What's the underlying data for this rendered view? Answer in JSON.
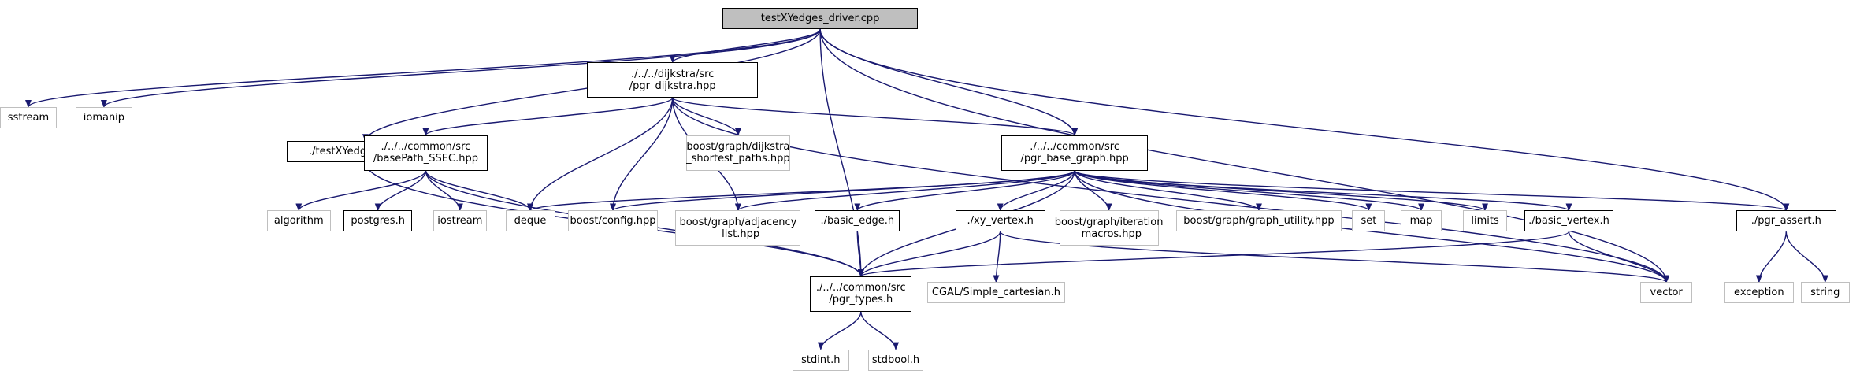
{
  "colors": {
    "edge": "#191970",
    "root_fill": "#bfbfbf",
    "system_border": "#bfbfbf",
    "local_border": "#000000"
  },
  "nodes": [
    {
      "id": "root",
      "label": [
        "testXYedges_driver.cpp"
      ],
      "kind": "root"
    },
    {
      "id": "sstream",
      "label": [
        "sstream"
      ],
      "kind": "sys"
    },
    {
      "id": "iomanip",
      "label": [
        "iomanip"
      ],
      "kind": "sys"
    },
    {
      "id": "dijkstra",
      "label": [
        "./../../dijkstra/src",
        "/pgr_dijkstra.hpp"
      ],
      "kind": "loc"
    },
    {
      "id": "driver_h",
      "label": [
        "./testXYedges_driver.h"
      ],
      "kind": "loc"
    },
    {
      "id": "basepath",
      "label": [
        "./../../common/src",
        "/basePath_SSEC.hpp"
      ],
      "kind": "loc"
    },
    {
      "id": "dijkstra_sp",
      "label": [
        "boost/graph/dijkstra",
        "_shortest_paths.hpp"
      ],
      "kind": "sys"
    },
    {
      "id": "base_graph",
      "label": [
        "./../../common/src",
        "/pgr_base_graph.hpp"
      ],
      "kind": "loc"
    },
    {
      "id": "algorithm",
      "label": [
        "algorithm"
      ],
      "kind": "sys"
    },
    {
      "id": "postgres",
      "label": [
        "postgres.h"
      ],
      "kind": "loc"
    },
    {
      "id": "iostream",
      "label": [
        "iostream"
      ],
      "kind": "sys"
    },
    {
      "id": "deque",
      "label": [
        "deque"
      ],
      "kind": "sys"
    },
    {
      "id": "boost_config",
      "label": [
        "boost/config.hpp"
      ],
      "kind": "sys"
    },
    {
      "id": "adjacency",
      "label": [
        "boost/graph/adjacency",
        "_list.hpp"
      ],
      "kind": "sys"
    },
    {
      "id": "basic_edge",
      "label": [
        "./basic_edge.h"
      ],
      "kind": "loc"
    },
    {
      "id": "xy_vertex",
      "label": [
        "./xy_vertex.h"
      ],
      "kind": "loc"
    },
    {
      "id": "iteration",
      "label": [
        "boost/graph/iteration",
        "_macros.hpp"
      ],
      "kind": "sys"
    },
    {
      "id": "graph_utility",
      "label": [
        "boost/graph/graph_utility.hpp"
      ],
      "kind": "sys"
    },
    {
      "id": "set",
      "label": [
        "set"
      ],
      "kind": "sys"
    },
    {
      "id": "map",
      "label": [
        "map"
      ],
      "kind": "sys"
    },
    {
      "id": "limits",
      "label": [
        "limits"
      ],
      "kind": "sys"
    },
    {
      "id": "basic_vertex",
      "label": [
        "./basic_vertex.h"
      ],
      "kind": "loc"
    },
    {
      "id": "pgr_assert",
      "label": [
        "./pgr_assert.h"
      ],
      "kind": "loc"
    },
    {
      "id": "pgr_types",
      "label": [
        "./../../common/src",
        "/pgr_types.h"
      ],
      "kind": "loc"
    },
    {
      "id": "cgal",
      "label": [
        "CGAL/Simple_cartesian.h"
      ],
      "kind": "sys"
    },
    {
      "id": "vector",
      "label": [
        "vector"
      ],
      "kind": "sys"
    },
    {
      "id": "exception",
      "label": [
        "exception"
      ],
      "kind": "sys"
    },
    {
      "id": "string",
      "label": [
        "string"
      ],
      "kind": "sys"
    },
    {
      "id": "stdint",
      "label": [
        "stdint.h"
      ],
      "kind": "sys"
    },
    {
      "id": "stdbool",
      "label": [
        "stdbool.h"
      ],
      "kind": "sys"
    }
  ],
  "edges": [
    [
      "root",
      "sstream"
    ],
    [
      "root",
      "iomanip"
    ],
    [
      "root",
      "dijkstra"
    ],
    [
      "root",
      "driver_h"
    ],
    [
      "root",
      "base_graph"
    ],
    [
      "root",
      "pgr_types"
    ],
    [
      "root",
      "vector"
    ],
    [
      "root",
      "pgr_assert"
    ],
    [
      "dijkstra",
      "basepath"
    ],
    [
      "dijkstra",
      "dijkstra_sp"
    ],
    [
      "dijkstra",
      "base_graph"
    ],
    [
      "dijkstra",
      "deque"
    ],
    [
      "dijkstra",
      "boost_config"
    ],
    [
      "dijkstra",
      "adjacency"
    ],
    [
      "dijkstra",
      "vector"
    ],
    [
      "driver_h",
      "pgr_types"
    ],
    [
      "basepath",
      "algorithm"
    ],
    [
      "basepath",
      "postgres"
    ],
    [
      "basepath",
      "iostream"
    ],
    [
      "basepath",
      "deque"
    ],
    [
      "basepath",
      "pgr_types"
    ],
    [
      "base_graph",
      "deque"
    ],
    [
      "base_graph",
      "boost_config"
    ],
    [
      "base_graph",
      "adjacency"
    ],
    [
      "base_graph",
      "basic_edge"
    ],
    [
      "base_graph",
      "xy_vertex"
    ],
    [
      "base_graph",
      "iteration"
    ],
    [
      "base_graph",
      "graph_utility"
    ],
    [
      "base_graph",
      "set"
    ],
    [
      "base_graph",
      "map"
    ],
    [
      "base_graph",
      "limits"
    ],
    [
      "base_graph",
      "basic_vertex"
    ],
    [
      "base_graph",
      "pgr_assert"
    ],
    [
      "base_graph",
      "vector"
    ],
    [
      "base_graph",
      "pgr_types"
    ],
    [
      "basic_edge",
      "pgr_types"
    ],
    [
      "xy_vertex",
      "pgr_types"
    ],
    [
      "xy_vertex",
      "cgal"
    ],
    [
      "xy_vertex",
      "vector"
    ],
    [
      "basic_vertex",
      "pgr_types"
    ],
    [
      "basic_vertex",
      "vector"
    ],
    [
      "pgr_assert",
      "exception"
    ],
    [
      "pgr_assert",
      "string"
    ],
    [
      "pgr_types",
      "stdint"
    ],
    [
      "pgr_types",
      "stdbool"
    ]
  ]
}
